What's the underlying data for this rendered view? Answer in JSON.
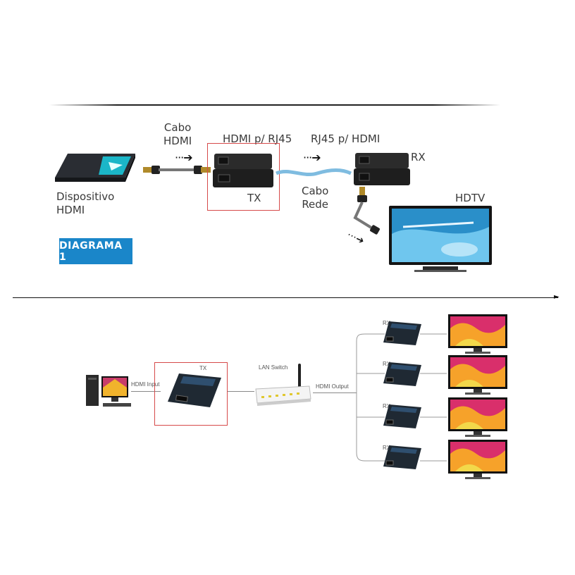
{
  "top": {
    "cable_label": [
      "Cabo",
      "HDMI"
    ],
    "converter_label": "HDMI p/ RJ45",
    "return_label": "RJ45 p/ HDMI",
    "device_label": [
      "Dispositivo",
      "HDMI"
    ],
    "tx_label": "TX",
    "rx_label": "RX",
    "network_label": [
      "Cabo",
      "Rede"
    ],
    "tv_label": "HDTV",
    "badge_text": "DIAGRAMA 1"
  },
  "bottom": {
    "hdmi_input_label": "HDMI Input",
    "tx_label": "TX",
    "switch_label": "LAN Switch",
    "hdmi_output_label": "HDMI Output",
    "rx_labels": [
      "RX",
      "RX",
      "RX",
      "RX"
    ]
  },
  "colors": {
    "highlight_box": "#d64a4a",
    "badge": "#1a86c9",
    "device_dark": "#2b2b2b"
  }
}
